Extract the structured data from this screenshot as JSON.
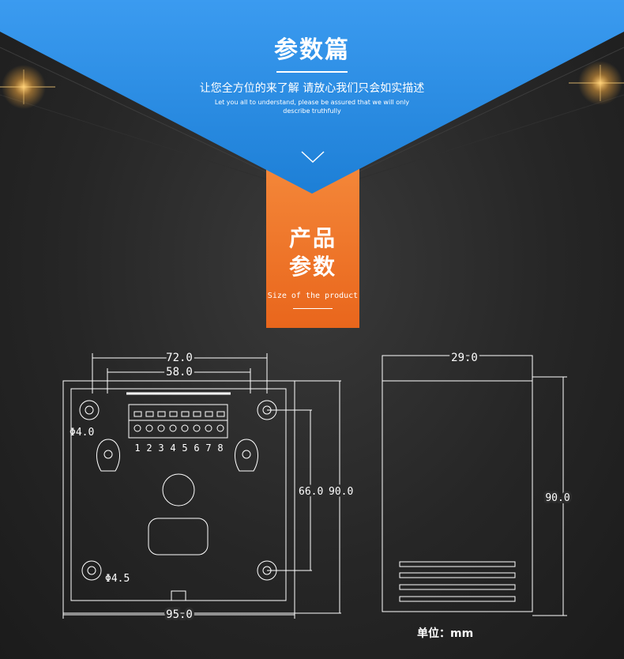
{
  "header": {
    "title": "参数篇",
    "subtitle": "让您全方位的来了解 请放心我们只会如实描述",
    "subtitle_en_line1": "Let you all to understand, please be assured that we will only",
    "subtitle_en_line2": "describe truthfully"
  },
  "badge": {
    "title_line1": "产品",
    "title_line2": "参数",
    "subtitle": "Size of the product"
  },
  "front_view": {
    "width_outer": "72.0",
    "width_inner": "58.0",
    "hole_small": "Φ4.0",
    "hole_large": "Φ4.5",
    "height_inner": "66.0",
    "height_outer": "90.0",
    "width_total": "95.0",
    "terminal_numbers": [
      "1",
      "2",
      "3",
      "4",
      "5",
      "6",
      "7",
      "8"
    ]
  },
  "side_view": {
    "depth": "29.0",
    "height": "90.0"
  },
  "unit": "单位：mm",
  "colors": {
    "header_blue": "#2a8de3",
    "badge_orange": "#f0782a",
    "line_white": "#ffffff"
  }
}
